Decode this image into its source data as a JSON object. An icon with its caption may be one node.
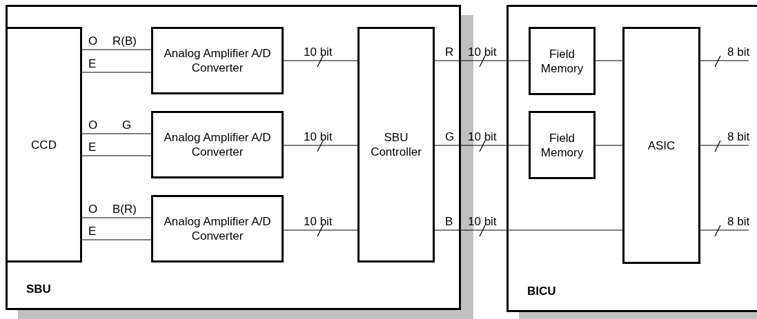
{
  "diagram": {
    "nodes": [
      {
        "text": [
          "SBU"
        ]
      },
      {
        "text": [
          "CCD"
        ],
        "in": 0
      },
      {
        "text": [
          "Analog Amplifier A/D Converter"
        ],
        "in": 0
      },
      {
        "text": [
          "Analog Amplifier A/D Converter"
        ],
        "in": 0
      },
      {
        "text": [
          "Analog Amplifier A/D Converter"
        ],
        "in": 0
      },
      {
        "text": [
          "SBU Controller"
        ],
        "in": 0
      },
      {
        "text": [
          "BICU"
        ]
      },
      {
        "text": [
          "Field Memory"
        ],
        "in": 6
      },
      {
        "text": [
          "Field Memory"
        ],
        "in": 6
      },
      {
        "text": [
          "ASIC"
        ],
        "in": 6
      }
    ],
    "edges": [
      {
        "from": 1,
        "to": 2,
        "arrow": "none",
        "label": "O"
      },
      {
        "from": 1,
        "to": 2,
        "arrow": "none",
        "label": "E"
      },
      {
        "from": 1,
        "to": 3,
        "arrow": "none",
        "label": "O"
      },
      {
        "from": 1,
        "to": 3,
        "arrow": "none",
        "label": "E"
      },
      {
        "from": 1,
        "to": 4,
        "arrow": "none",
        "label": "O"
      },
      {
        "from": 1,
        "to": 4,
        "arrow": "none",
        "label": "E"
      },
      {
        "from": 2,
        "to": 5,
        "arrow": "none",
        "label": "10 bit"
      },
      {
        "from": 3,
        "to": 5,
        "arrow": "none",
        "label": "10 bit"
      },
      {
        "from": 4,
        "to": 5,
        "arrow": "none",
        "label": "10 bit"
      },
      {
        "from": 5,
        "to": 7,
        "arrow": "none",
        "label": "10 bit"
      },
      {
        "from": 5,
        "to": 8,
        "arrow": "none",
        "label": "10 bit"
      },
      {
        "from": 5,
        "to": 9,
        "arrow": "none",
        "label": "10 bit"
      },
      {
        "from": 7,
        "to": 9,
        "arrow": "none"
      },
      {
        "from": 8,
        "to": 9,
        "arrow": "none"
      },
      {
        "from": 9,
        "to": null,
        "arrow": "none",
        "label": "8 bit"
      },
      {
        "from": 9,
        "to": null,
        "arrow": "none",
        "label": "8 bit"
      },
      {
        "from": 9,
        "to": null,
        "arrow": "none",
        "label": "8 bit"
      }
    ],
    "labels": [
      "R(B)",
      "G",
      "B(R)",
      "R",
      "G",
      "B"
    ]
  }
}
